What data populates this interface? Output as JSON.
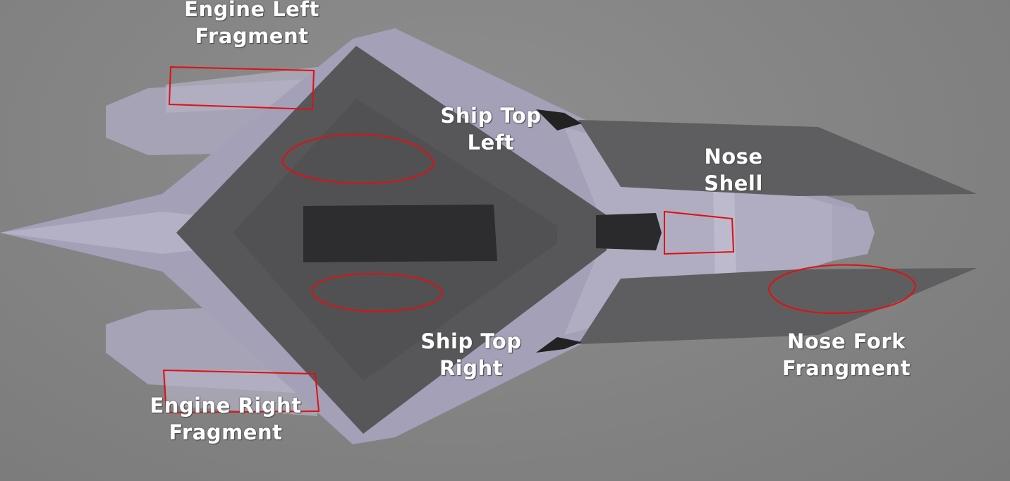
{
  "labels": {
    "engine_left": [
      "Engine Left",
      "Fragment"
    ],
    "ship_top_left": [
      "Ship Top",
      "Left"
    ],
    "nose_shell": [
      "Nose",
      "Shell"
    ],
    "ship_top_right": [
      "Ship Top",
      "Right"
    ],
    "nose_fork": [
      "Nose Fork",
      "Frangment"
    ],
    "engine_right": [
      "Engine Right",
      "Fragment"
    ]
  },
  "colors": {
    "hull_light": "#a3a0b8",
    "hull_mid": "#8f8ca4",
    "plate_dark": "#57575a",
    "fork_dark": "#5e5e60",
    "annotation": "#e01010"
  }
}
